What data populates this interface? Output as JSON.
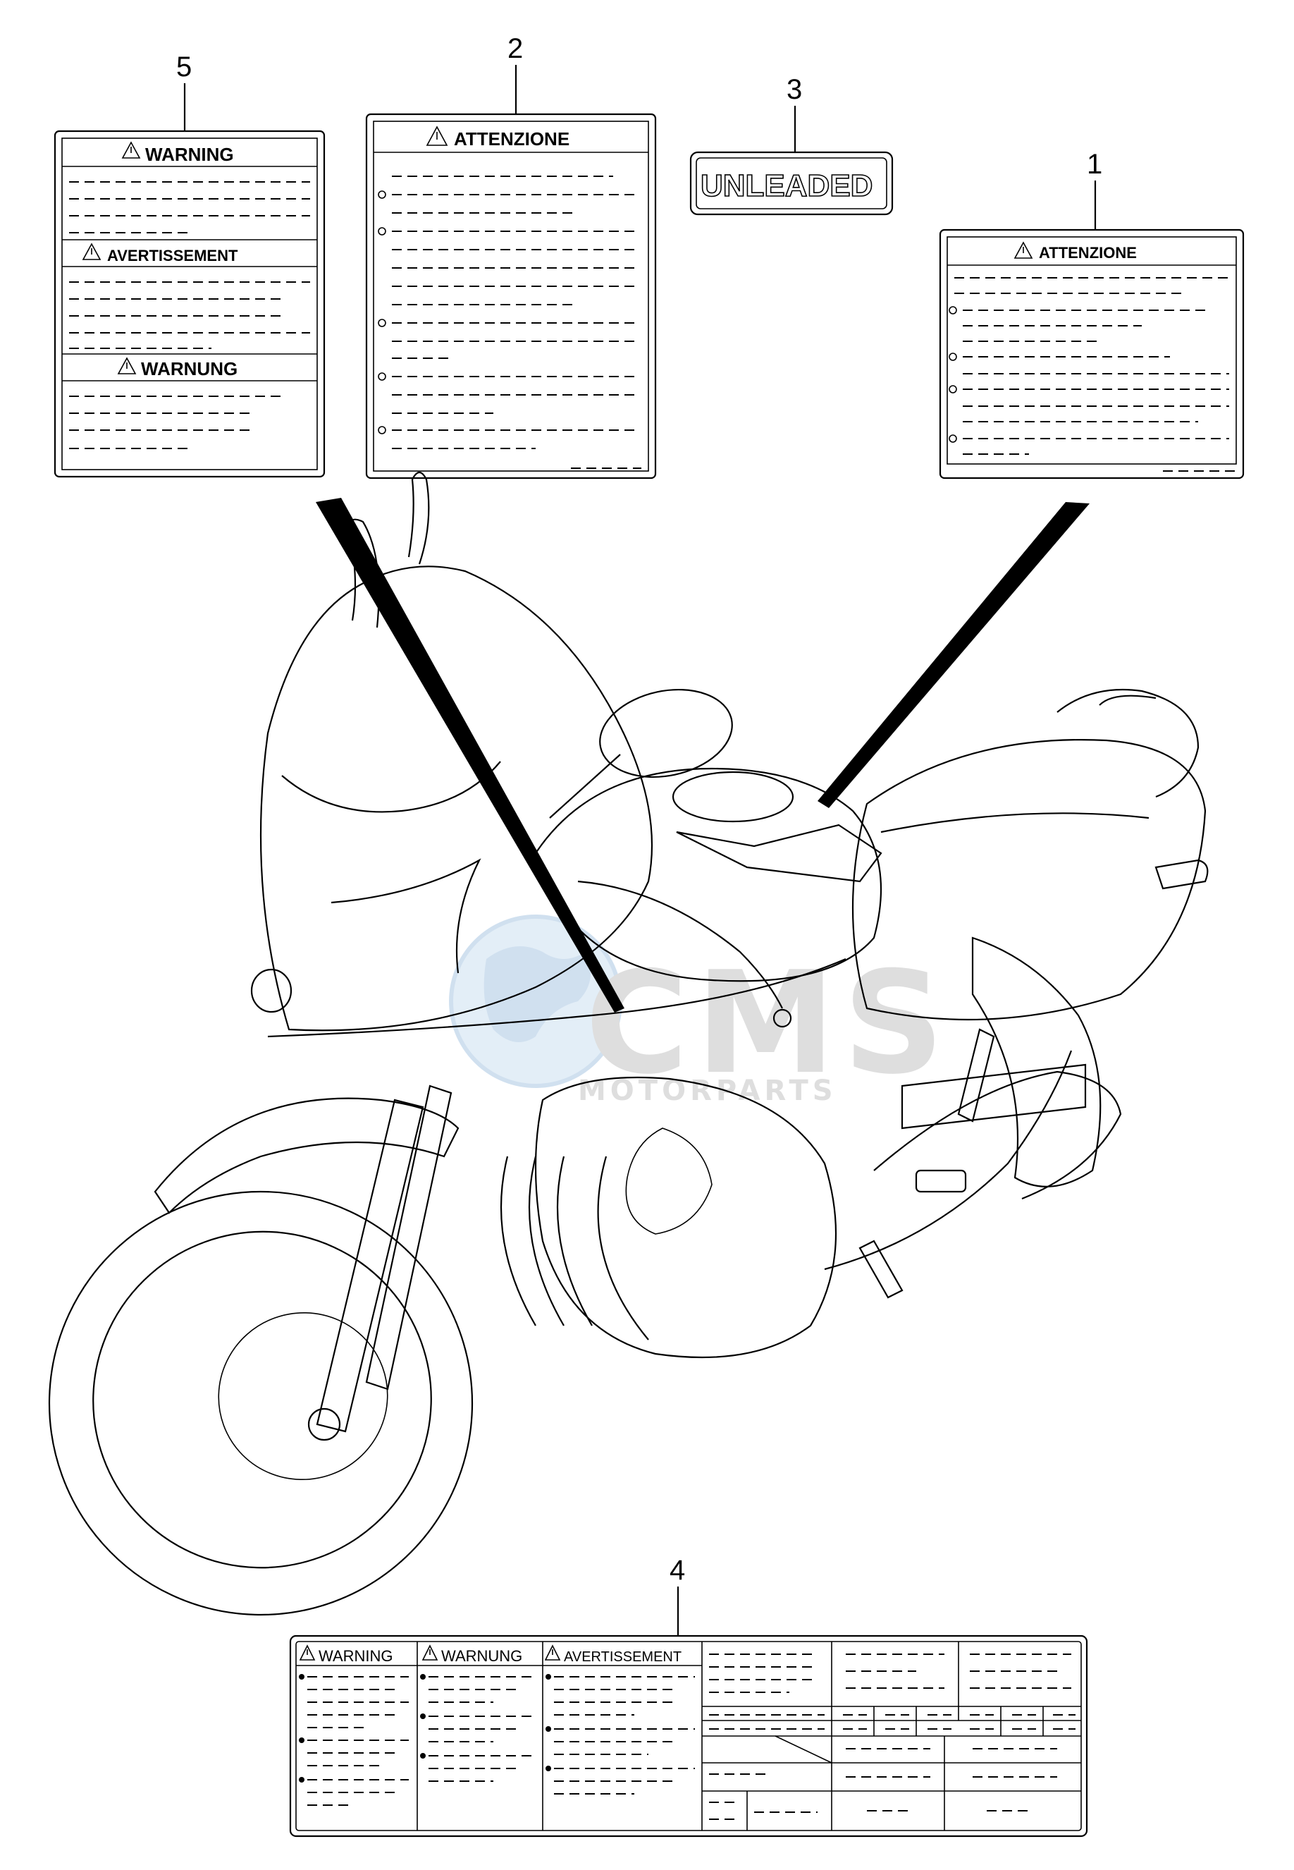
{
  "callouts": {
    "c1": "1",
    "c2": "2",
    "c3": "3",
    "c4": "4",
    "c5": "5"
  },
  "labels": {
    "label1_heading": "ATTENZIONE",
    "label2_heading": "ATTENZIONE",
    "label3_text": "UNLEADED",
    "label5_heading_1": "WARNING",
    "label5_heading_2": "AVERTISSEMENT",
    "label5_heading_3": "WARNUNG",
    "label4_heading_1": "WARNING",
    "label4_heading_2": "WARNUNG",
    "label4_heading_3": "AVERTISSEMENT"
  },
  "watermark": {
    "brand": "CMS",
    "tagline": "MOTORPARTS",
    "color": "#5a93c9"
  },
  "icons": {
    "warning": "warning-triangle-icon"
  }
}
